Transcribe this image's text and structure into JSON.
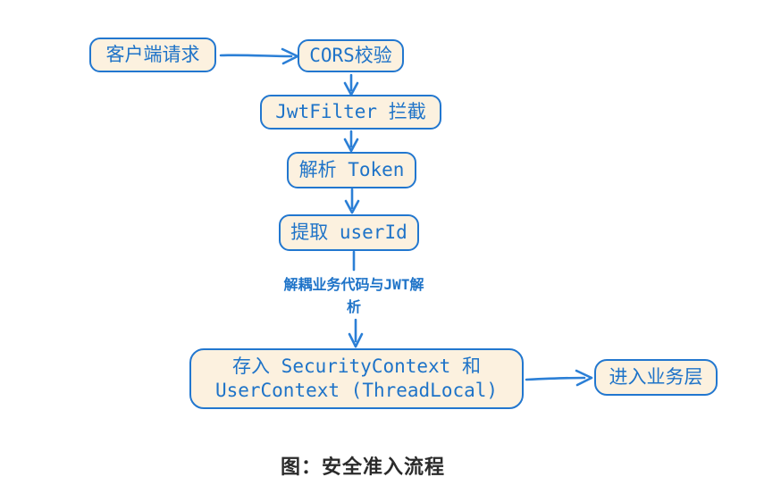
{
  "diagram": {
    "nodes": {
      "client": {
        "label": "客户端请求"
      },
      "cors": {
        "label": "CORS校验"
      },
      "jwt_filter": {
        "label": "JwtFilter 拦截"
      },
      "parse_token": {
        "label": "解析 Token"
      },
      "extract_user_id": {
        "label": "提取 userId"
      },
      "store_context": {
        "line1": "存入 SecurityContext 和",
        "line2": "UserContext (ThreadLocal)"
      },
      "business_layer": {
        "label": "进入业务层"
      }
    },
    "edge_label": {
      "line1": "解耦业务代码与JWT解",
      "line2": "析"
    },
    "caption": "图：安全准入流程",
    "colors": {
      "node_border": "#2277cf",
      "node_fill": "#fcf1df",
      "node_text": "#1e73c8",
      "arrow": "#2b7fd6",
      "caption_text": "#2b2b2b",
      "background": "#ffffff"
    }
  }
}
